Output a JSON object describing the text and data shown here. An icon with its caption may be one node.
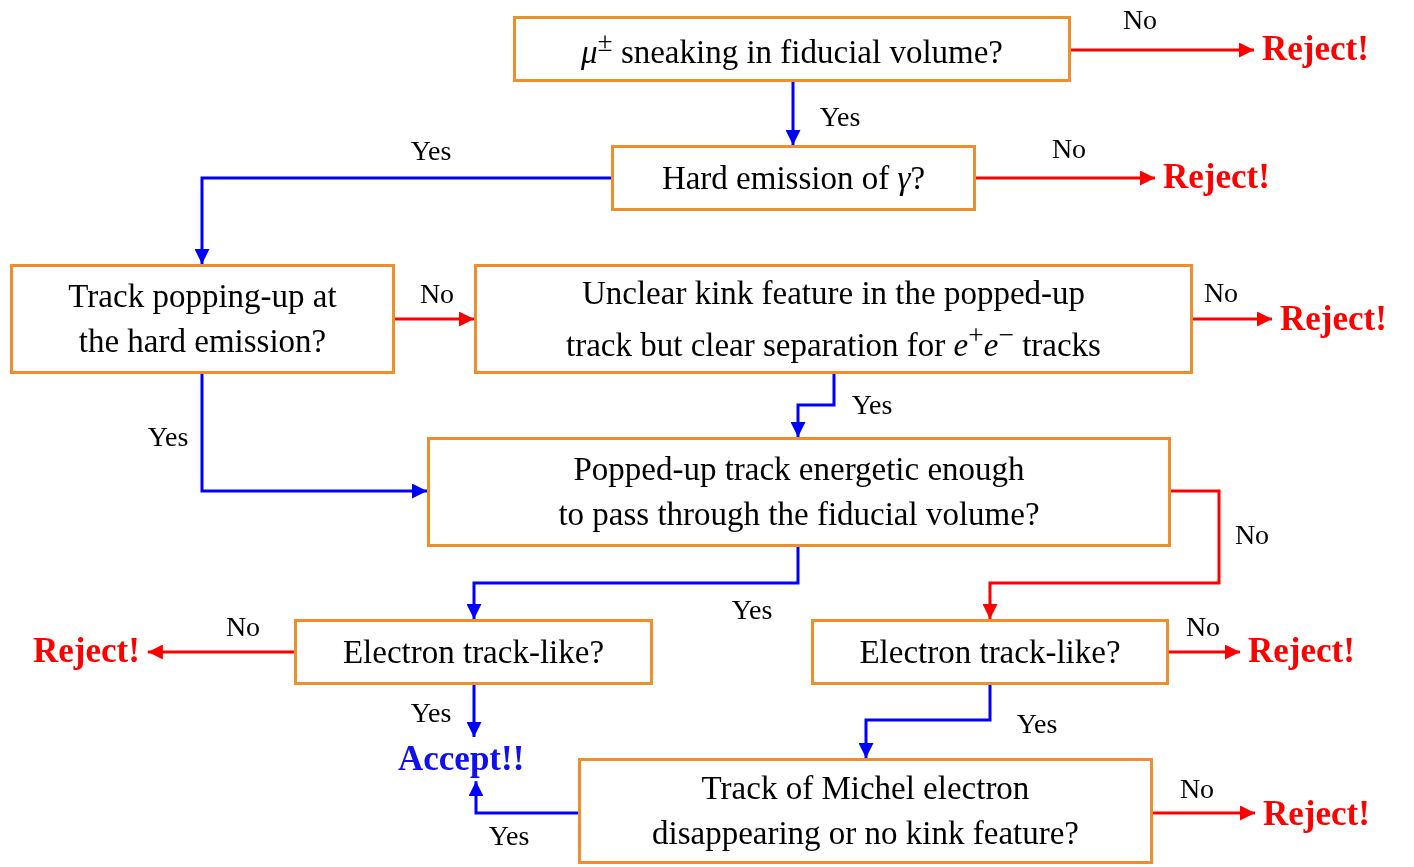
{
  "diagram": {
    "nodes": [
      {
        "text": [
          "*μ*$^{±}$ sneaking in fiducial volume?"
        ]
      },
      {
        "text": [
          "Reject!"
        ]
      },
      {
        "text": [
          "Hard emission of *γ*?"
        ]
      },
      {
        "text": [
          "Reject!"
        ]
      },
      {
        "text": [
          "Track popping-up at the hard emission?"
        ]
      },
      {
        "text": [
          "Unclear kink feature in the popped-up track but clear separation for *e*$^{+}$*e*$^{−}$ tracks"
        ]
      },
      {
        "text": [
          "Reject!"
        ]
      },
      {
        "text": [
          "Popped-up track energetic enough to pass through the fiducial volume?"
        ]
      },
      {
        "text": [
          "Electron track-like?"
        ]
      },
      {
        "text": [
          "Reject!"
        ]
      },
      {
        "text": [
          "Accept!!"
        ]
      },
      {
        "text": [
          "Electron track-like?"
        ]
      },
      {
        "text": [
          "Reject!"
        ]
      },
      {
        "text": [
          "Track of Michel electron disappearing or no kink feature?"
        ]
      },
      {
        "text": [
          "Reject!"
        ]
      }
    ],
    "edges": [
      {
        "from": 0,
        "to": 1,
        "arrow": "to",
        "label": "No",
        "color": "#ff0000"
      },
      {
        "from": 0,
        "to": 2,
        "arrow": "to",
        "label": "Yes",
        "color": "#0000ff"
      },
      {
        "from": 2,
        "to": 3,
        "arrow": "to",
        "label": "No",
        "color": "#ff0000"
      },
      {
        "from": 2,
        "to": 4,
        "arrow": "to",
        "label": "Yes",
        "color": "#0000ff"
      },
      {
        "from": 4,
        "to": 5,
        "arrow": "to",
        "label": "No",
        "color": "#ff0000"
      },
      {
        "from": 5,
        "to": 6,
        "arrow": "to",
        "label": "No",
        "color": "#ff0000"
      },
      {
        "from": 5,
        "to": 7,
        "arrow": "to",
        "label": "Yes",
        "color": "#0000ff"
      },
      {
        "from": 4,
        "to": 7,
        "arrow": "to",
        "label": "Yes",
        "color": "#0000ff"
      },
      {
        "from": 7,
        "to": 8,
        "arrow": "to",
        "label": "Yes",
        "color": "#0000ff"
      },
      {
        "from": 7,
        "to": 11,
        "arrow": "to",
        "label": "No",
        "color": "#ff0000"
      },
      {
        "from": 8,
        "to": 9,
        "arrow": "to",
        "label": "No",
        "color": "#ff0000"
      },
      {
        "from": 8,
        "to": 10,
        "arrow": "to",
        "label": "Yes",
        "color": "#0000ff"
      },
      {
        "from": 11,
        "to": 12,
        "arrow": "to",
        "label": "No",
        "color": "#ff0000"
      },
      {
        "from": 11,
        "to": 13,
        "arrow": "to",
        "label": "Yes",
        "color": "#0000ff"
      },
      {
        "from": 13,
        "to": 10,
        "arrow": "to",
        "label": "Yes",
        "color": "#0000ff"
      },
      {
        "from": 13,
        "to": 14,
        "arrow": "to",
        "label": "No",
        "color": "#ff0000"
      }
    ]
  }
}
